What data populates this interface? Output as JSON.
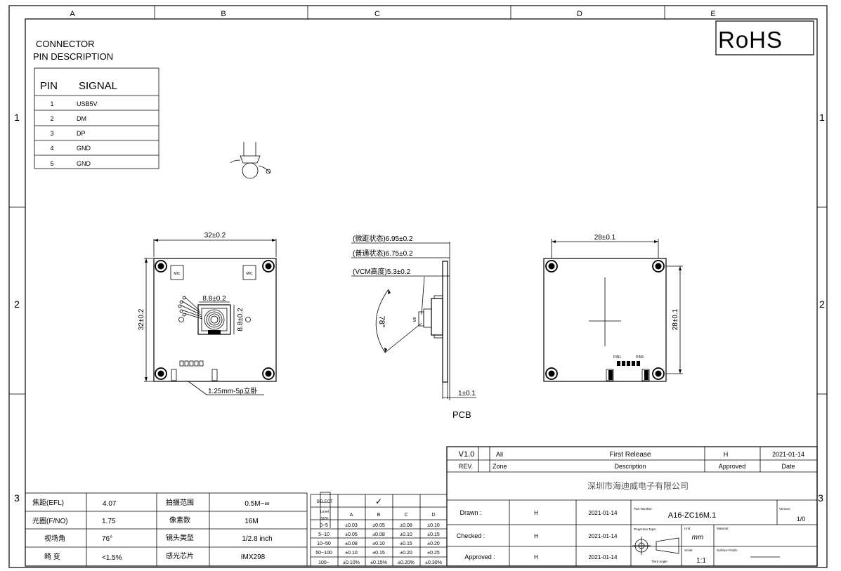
{
  "frame": {
    "columns": [
      "A",
      "B",
      "C",
      "D",
      "E"
    ],
    "rows": [
      "1",
      "2",
      "3"
    ]
  },
  "connector": {
    "title_line1": "CONNECTOR",
    "title_line2": "PIN DESCRIPTION",
    "header_pin": "PIN",
    "header_signal": "SIGNAL",
    "rows": [
      {
        "pin": "1",
        "signal": "USB5V"
      },
      {
        "pin": "2",
        "signal": "DM"
      },
      {
        "pin": "3",
        "signal": "DP"
      },
      {
        "pin": "4",
        "signal": "GND"
      },
      {
        "pin": "5",
        "signal": "GND"
      }
    ]
  },
  "rohs": "RoHS",
  "front_view": {
    "width_dim": "32±0.2",
    "height_dim": "32±0.2",
    "lens_w_dim": "8.8±0.2",
    "lens_h_dim": "8.8±0.2",
    "mic_label": "MIC",
    "connector_callout": "1.25mm-5p立卧"
  },
  "side_view": {
    "dim1": "(微距状态)6.95±0.2",
    "dim2": "(普通状态)6.75±0.2",
    "dim3": "(VCM高度)5.3±0.2",
    "angle": "78°",
    "pcb_thickness": "1±0.1",
    "pcb_label": "PCB"
  },
  "back_view": {
    "width_dim": "28±0.1",
    "height_dim": "28±0.1",
    "pin1_label": "PIN1",
    "pin5_label": "PIN5"
  },
  "revision": {
    "row1": {
      "rev": "V1.0",
      "zone": "All",
      "desc": "First Release",
      "approved": "H",
      "date": "2021-01-14"
    },
    "header": {
      "rev": "REV.",
      "zone": "Zone",
      "desc": "Description",
      "approved": "Approved",
      "date": "Date"
    }
  },
  "title_block": {
    "company": "深圳市海迪威电子有限公司",
    "drawn_label": "Drawn :",
    "drawn_by": "H",
    "drawn_date": "2021-01-14",
    "checked_label": "Checked :",
    "checked_by": "H",
    "checked_date": "2021-01-14",
    "approved_label": "Approved :",
    "approved_by": "H",
    "approved_date": "2021-01-14",
    "part_number_label": "Part Number:",
    "part_number": "A16-ZC16M.1",
    "version_label": "Version:",
    "version": "1/0",
    "projection_label": "Projection Type:",
    "projection_note": "Third Angle",
    "unit_label": "Unit:",
    "unit": "mm",
    "material_label": "Material:",
    "scale_label": "Scale:",
    "scale": "1:1",
    "surface_label": "Surface Finish:"
  },
  "specs": {
    "rows": [
      {
        "k1": "焦距(EFL)",
        "v1": "4.07",
        "k2": "拍摄范围",
        "v2": "0.5M~∞"
      },
      {
        "k1": "光圈(F/NO)",
        "v1": "1.75",
        "k2": "像素数",
        "v2": "16M"
      },
      {
        "k1": "视场角",
        "v1": "76°",
        "k2": "镜头类型",
        "v2": "1/2.8 inch"
      },
      {
        "k1": "畸 变",
        "v1": "<1.5%",
        "k2": "感光芯片",
        "v2": "IMX298"
      }
    ]
  },
  "tolerance": {
    "corner_top": "SELECT",
    "corner_mid": "Level",
    "corner_bottom": "SIZE",
    "check_mark": "✓",
    "cols": [
      "A",
      "B",
      "C",
      "D"
    ],
    "rows": [
      {
        "size": "0~5",
        "v": [
          "±0.03",
          "±0.05",
          "±0.08",
          "±0.10"
        ]
      },
      {
        "size": "5~10",
        "v": [
          "±0.05",
          "±0.08",
          "±0.10",
          "±0.15"
        ]
      },
      {
        "size": "10~50",
        "v": [
          "±0.08",
          "±0.10",
          "±0.15",
          "±0.20"
        ]
      },
      {
        "size": "50~100",
        "v": [
          "±0.10",
          "±0.15",
          "±0.20",
          "±0.25"
        ]
      },
      {
        "size": "100~",
        "v": [
          "±0.10%",
          "±0.15%",
          "±0.20%",
          "±0.30%"
        ]
      }
    ]
  }
}
